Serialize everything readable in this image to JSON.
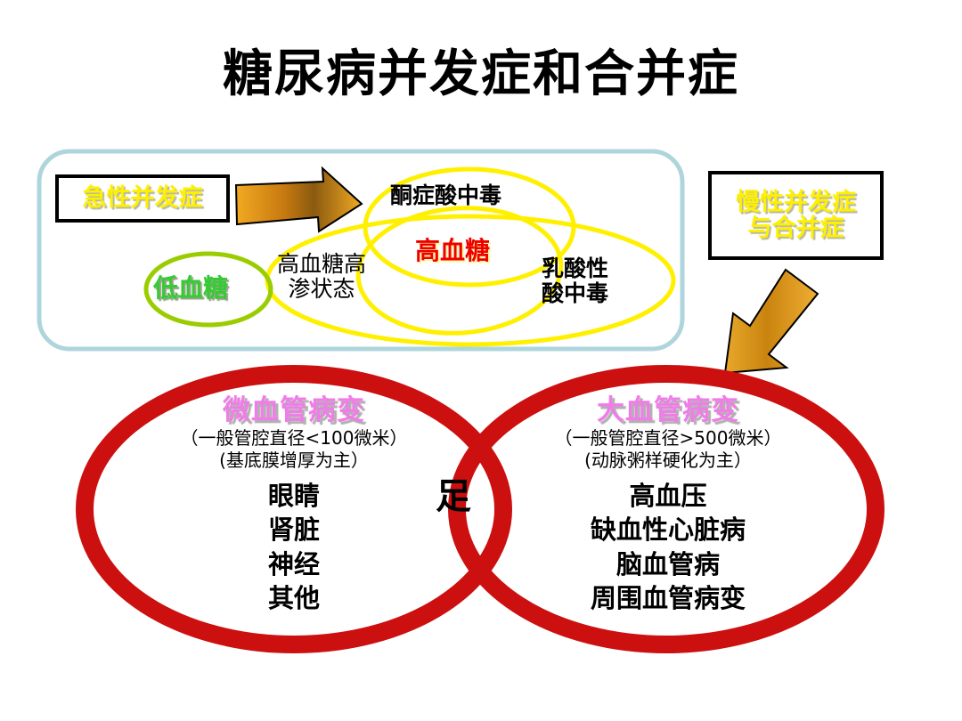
{
  "title": "糖尿病并发症和合并症",
  "acute": {
    "label_lines": [
      "急性并发症"
    ],
    "label_color": "#FFF000",
    "panel_border_color": "#AFD5DC",
    "venn": {
      "ellipse_color": "#FFF000",
      "ketoacidosis": "酮症酸中毒",
      "hyperosmolar": "高血糖高\n渗状态",
      "hyperosmolar_line1": "高血糖高",
      "hyperosmolar_line2": "渗状态",
      "lactic_line1": "乳酸性",
      "lactic_line2": "酸中毒",
      "hyperglycemia": "高血糖",
      "hyperglycemia_color": "#EE0000",
      "hypoglycemia": "低血糖",
      "hypoglycemia_color": "#33CC33",
      "hypoglycemia_ellipse_color": "#9ACD00"
    },
    "arrow_color": "#E69500"
  },
  "chronic": {
    "label_lines": [
      "慢性并发症",
      "与合并症"
    ],
    "label_line1": "慢性并发症",
    "label_line2": "与合并症",
    "label_color": "#FFF000",
    "arrow_color": "#E69500"
  },
  "lower": {
    "circle_color": "#CC1010",
    "intersection_label": "足",
    "micro": {
      "heading": "微血管病变",
      "heading_color": "#F07CE8",
      "sub1": "（一般管腔直径<100微米）",
      "sub2": "(基底膜增厚为主）",
      "items": [
        "眼睛",
        "肾脏",
        "神经",
        "其他"
      ]
    },
    "macro": {
      "heading": "大血管病变",
      "heading_color": "#F07CE8",
      "sub1": "（一般管腔直径>500微米）",
      "sub2": "(动脉粥样硬化为主）",
      "items": [
        "高血压",
        "缺血性心脏病",
        "脑血管病",
        "周围血管病变"
      ]
    }
  }
}
